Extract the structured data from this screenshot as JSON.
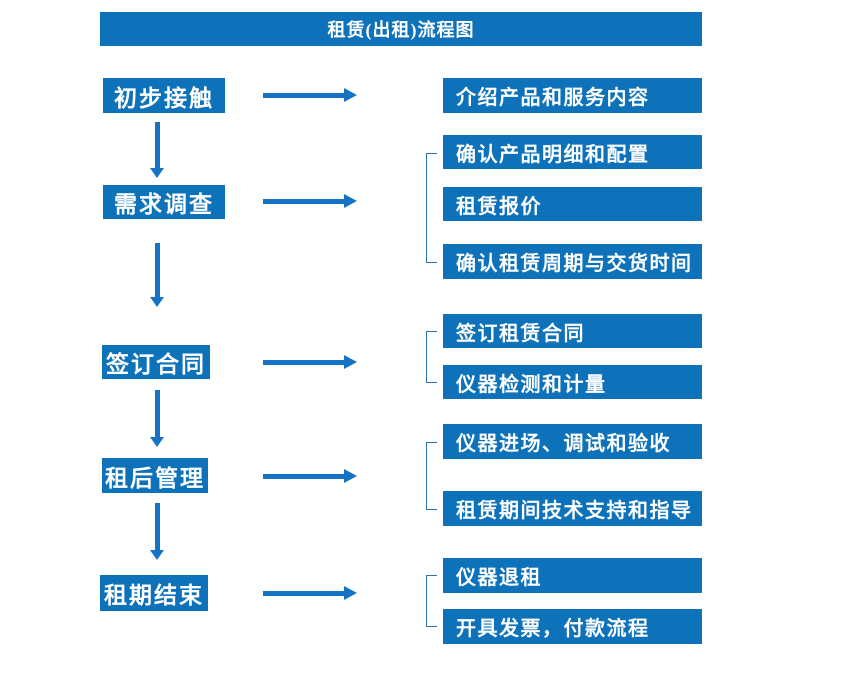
{
  "title": "租赁(出租)流程图",
  "steps": [
    {
      "label": "初步接触",
      "details": [
        "介绍产品和服务内容"
      ]
    },
    {
      "label": "需求调查",
      "details": [
        "确认产品明细和配置",
        "租赁报价",
        "确认租赁周期与交货时间"
      ]
    },
    {
      "label": "签订合同",
      "details": [
        "签订租赁合同",
        "仪器检测和计量"
      ]
    },
    {
      "label": "租后管理",
      "details": [
        "仪器进场、调试和验收",
        "租赁期间技术支持和指导"
      ]
    },
    {
      "label": "租期结束",
      "details": [
        "仪器退租",
        "开具发票，付款流程"
      ]
    }
  ],
  "colors": {
    "box_fill": "#0d72b9",
    "arrow": "#1473c4",
    "bracket": "#2e74b5",
    "text": "#ffffff",
    "background": "#ffffff"
  }
}
